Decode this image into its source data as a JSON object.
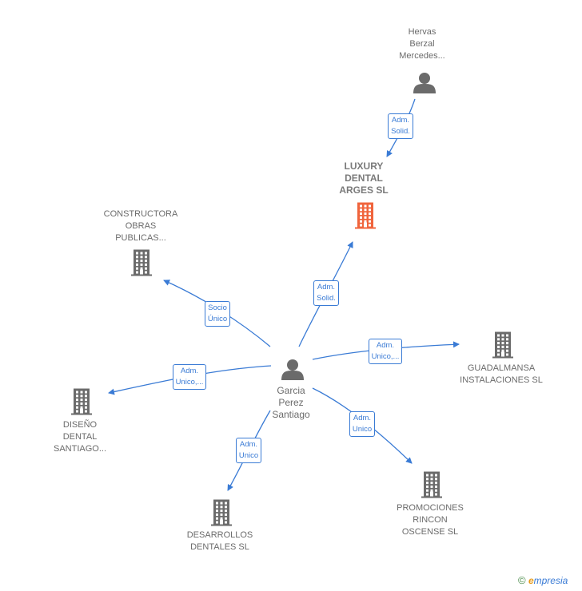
{
  "nodes": [
    {
      "id": "hervas",
      "label": "Hervas\nBerzal\nMercedes...",
      "kind": "person",
      "color": "#6b6b6b"
    },
    {
      "id": "luxury",
      "label": "LUXURY\nDENTAL\nARGES SL",
      "kind": "company",
      "color": "#f0643c",
      "focus": true
    },
    {
      "id": "constructora",
      "label": "CONSTRUCTORA\nOBRAS\nPUBLICAS...",
      "kind": "company",
      "color": "#6b6b6b"
    },
    {
      "id": "garcia",
      "label": "Garcia\nPerez\nSantiago",
      "kind": "person",
      "color": "#6b6b6b"
    },
    {
      "id": "guadalmansa",
      "label": "GUADALMANSA\nINSTALACIONES SL",
      "kind": "company",
      "color": "#6b6b6b"
    },
    {
      "id": "diseno",
      "label": "DISEÑO\nDENTAL\nSANTIAGO...",
      "kind": "company",
      "color": "#6b6b6b"
    },
    {
      "id": "desarrollos",
      "label": "DESARROLLOS\nDENTALES SL",
      "kind": "company",
      "color": "#6b6b6b"
    },
    {
      "id": "promociones",
      "label": "PROMOCIONES\nRINCON\nOSCENSE SL",
      "kind": "company",
      "color": "#6b6b6b"
    }
  ],
  "edges": [
    {
      "from": "hervas",
      "to": "luxury",
      "label": "Adm.\nSolid."
    },
    {
      "from": "garcia",
      "to": "luxury",
      "label": "Adm.\nSolid."
    },
    {
      "from": "garcia",
      "to": "constructora",
      "label": "Socio\nÚnico"
    },
    {
      "from": "garcia",
      "to": "guadalmansa",
      "label": "Adm.\nUnico,..."
    },
    {
      "from": "garcia",
      "to": "diseno",
      "label": "Adm.\nUnico,..."
    },
    {
      "from": "garcia",
      "to": "desarrollos",
      "label": "Adm.\nUnico"
    },
    {
      "from": "garcia",
      "to": "promociones",
      "label": "Adm.\nUnico"
    }
  ],
  "colors": {
    "edge": "#3a7bd5",
    "icon": "#6b6b6b",
    "focus": "#f0643c"
  },
  "footer": {
    "copyright": "©",
    "brand_e": "e",
    "brand_rest": "mpresia"
  }
}
